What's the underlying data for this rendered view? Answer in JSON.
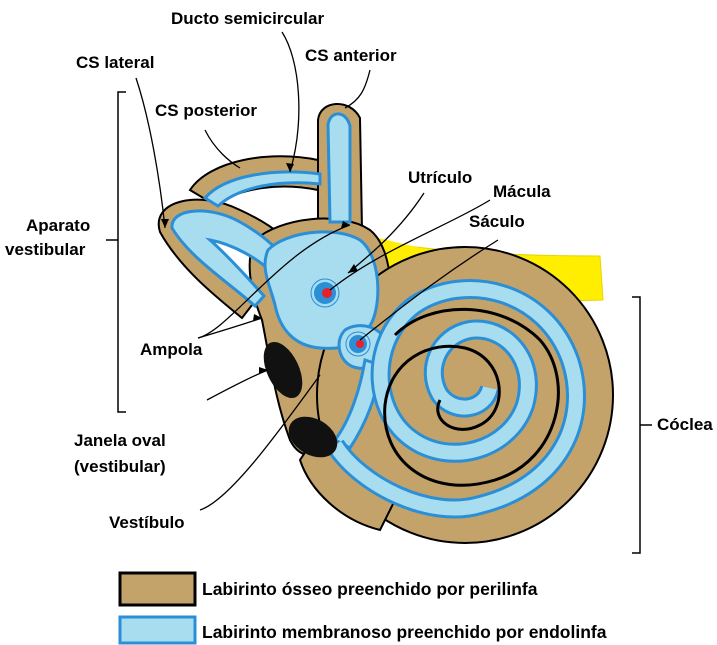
{
  "labels": {
    "ducto_semicircular": "Ducto semicircular",
    "cs_lateral": "CS lateral",
    "cs_anterior": "CS anterior",
    "cs_posterior": "CS posterior",
    "utriculo": "Utrículo",
    "macula": "Mácula",
    "saculo": "Sáculo",
    "aparato_line1": "Aparato",
    "aparato_line2": "vestibular",
    "ampola": "Ampola",
    "coclea": "Cóclea",
    "janela_line1": "Janela oval",
    "janela_line2": "(vestibular)",
    "vestibulo": "Vestíbulo"
  },
  "legend": [
    {
      "text": "Labirinto ósseo preenchido por perilinfa",
      "swatch_fill": "#c4a36b",
      "swatch_border": "#000000"
    },
    {
      "text": "Labirinto membranoso preenchido por endolinfa",
      "swatch_fill": "#a8dcef",
      "swatch_border": "#2a8fd6"
    }
  ],
  "colors": {
    "bone": "#c4a36b",
    "membrane_fill": "#a8dcef",
    "membrane_edge": "#2a8fd6",
    "nerve": "#ffee00",
    "window": "#111111",
    "macula_dot": "#e8202a"
  }
}
